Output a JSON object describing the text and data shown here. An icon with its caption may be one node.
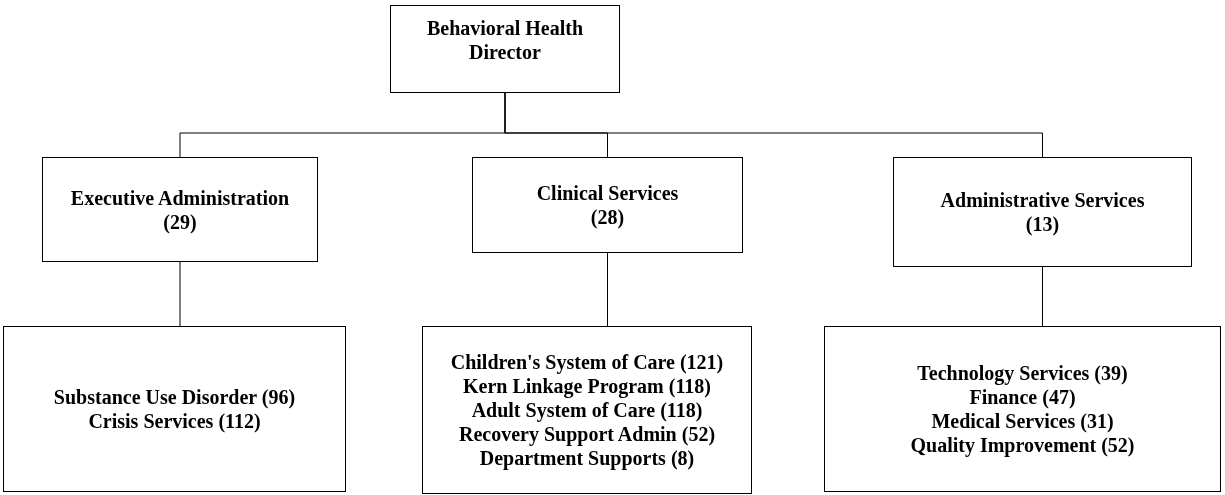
{
  "diagram": {
    "nodes": [
      {
        "text": [
          "Behavioral Health Director"
        ]
      },
      {
        "text": [
          "Executive Administration",
          "(29)"
        ]
      },
      {
        "text": [
          "Clinical Services",
          "(28)"
        ]
      },
      {
        "text": [
          "Administrative Services",
          "(13)"
        ]
      },
      {
        "text": [
          "Substance Use Disorder (96)",
          "Crisis Services (112)"
        ]
      },
      {
        "text": [
          "Children's System of Care (121)",
          "Kern Linkage Program (118)",
          "Adult System of Care (118)",
          "Recovery Support Admin (52)",
          "Department Supports (8)"
        ]
      },
      {
        "text": [
          "Technology Services (39)",
          "Finance (47)",
          "Medical Services (31)",
          "Quality Improvement (52)"
        ]
      }
    ],
    "edges": [
      {
        "from": 0,
        "to": 1,
        "arrow": "none"
      },
      {
        "from": 0,
        "to": 2,
        "arrow": "none"
      },
      {
        "from": 0,
        "to": 3,
        "arrow": "none"
      },
      {
        "from": 1,
        "to": 4,
        "arrow": "none"
      },
      {
        "from": 2,
        "to": 5,
        "arrow": "none"
      },
      {
        "from": 3,
        "to": 6,
        "arrow": "none"
      }
    ]
  }
}
